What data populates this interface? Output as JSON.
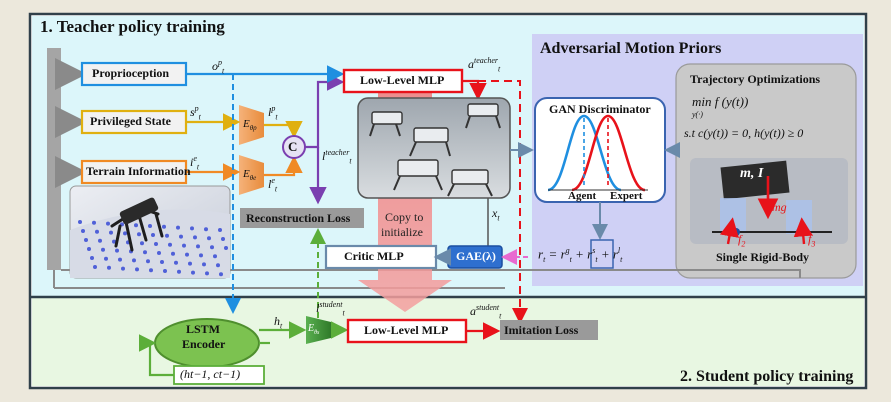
{
  "teacher": {
    "title": "1. Teacher policy training",
    "inputs": {
      "proprioception": "Proprioception",
      "privileged_state": "Privileged State",
      "terrain_information": "Terrain Information"
    },
    "low_level_mlp": "Low-Level MLP",
    "concat_symbol": "C",
    "reconstruction_loss": "Reconstruction Loss",
    "critic_mlp": "Critic MLP",
    "gae": "GAE(λ)",
    "copy_to_initialize": [
      "Copy to",
      "initialize"
    ]
  },
  "symbols": {
    "o_base": "o",
    "o_sup": "p",
    "o_sub": "t",
    "s_base": "s",
    "s_sup": "p",
    "s_sub": "t",
    "i_base": "i",
    "i_sup": "e",
    "i_sub": "t",
    "lp_base": "l",
    "lp_sup": "p",
    "lp_sub": "t",
    "le_base": "l",
    "le_sup": "e",
    "le_sub": "t",
    "lteacher_base": "l",
    "lteacher_sup": "teacher",
    "lteacher_sub": "t",
    "ateacher_base": "a",
    "ateacher_sup": "teacher",
    "ateacher_sub": "t",
    "x_base": "x",
    "x_sub": "t",
    "h_base": "h",
    "h_sub": "t",
    "lstudent_base": "l",
    "lstudent_sup": "student",
    "lstudent_sub": "t",
    "astudent_base": "a",
    "astudent_sup": "student",
    "astudent_sub": "t",
    "encoder_p": "E",
    "encoder_p_sub": "θp",
    "encoder_e": "E",
    "encoder_e_sub": "θe",
    "encoder_s": "E",
    "encoder_s_sub": "θs",
    "reward_eq": "r",
    "reward_terms": [
      "r",
      "g",
      "r",
      "s",
      "r",
      "l"
    ],
    "lstm_state": "(h",
    "lstm_state_full": "(ht−1, ct−1)"
  },
  "amp": {
    "title": "Adversarial Motion Priors",
    "discriminator": "GAN Discriminator",
    "agent": "Agent",
    "expert": "Expert",
    "trajopt_title": "Trajectory Optimizations",
    "trajopt_line1": "min f (y(t))",
    "trajopt_line1_sub": "y(·)",
    "trajopt_line2": "s.t c(y(t)) = 0, h(y(t)) ≥ 0",
    "single_rigid_body": "Single Rigid-Body",
    "mass_label": "m, I",
    "mg": "mg",
    "f2": "f",
    "f2_sub": "2",
    "f3": "f",
    "f3_sub": "3"
  },
  "student": {
    "title": "2. Student policy training",
    "lstm": [
      "LSTM",
      "Encoder"
    ],
    "low_level_mlp": "Low-Level MLP",
    "imitation_loss": "Imitation Loss"
  },
  "colors": {
    "teacher_bg": "#dcf6fa",
    "student_bg": "#e8f7e2",
    "amp_bg": "#cfd0f5",
    "trajopt_bg": "#c9c9c9",
    "red": "#e8121a",
    "blue": "#1f8fe0",
    "orange": "#f08a24",
    "yellow": "#f2c318",
    "purple": "#7a3fb0",
    "green": "#5cae3a",
    "pink": "#e86ad0"
  }
}
